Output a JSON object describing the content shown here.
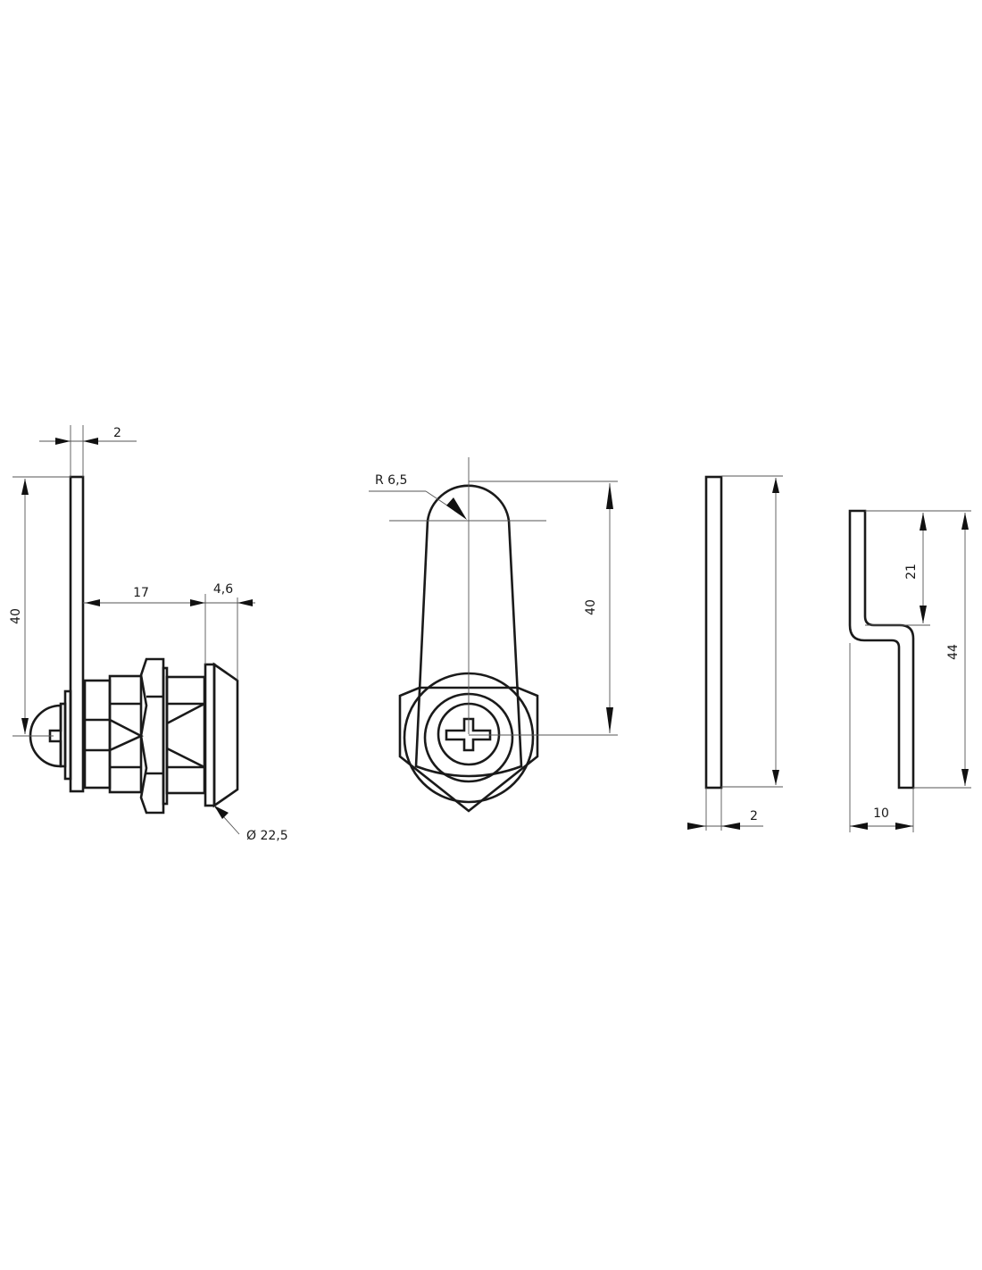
{
  "drawing": {
    "title": "Cam lock technical drawing",
    "colors": {
      "line": "#1a1a1a",
      "dimension": "#555555",
      "background": "#ffffff"
    },
    "views": {
      "side_view": {
        "dimensions": {
          "cam_thickness": "2",
          "cam_height": "40",
          "body_length": "17",
          "flange_thickness": "4,6",
          "flange_diameter": "Ø 22,5"
        }
      },
      "front_view": {
        "dimensions": {
          "tip_radius": "R 6,5",
          "cam_length": "40"
        }
      },
      "straight_cam": {
        "dimensions": {
          "thickness": "2"
        }
      },
      "offset_cam": {
        "dimensions": {
          "offset_height": "21",
          "total_height": "44",
          "offset_width": "10"
        }
      }
    }
  }
}
